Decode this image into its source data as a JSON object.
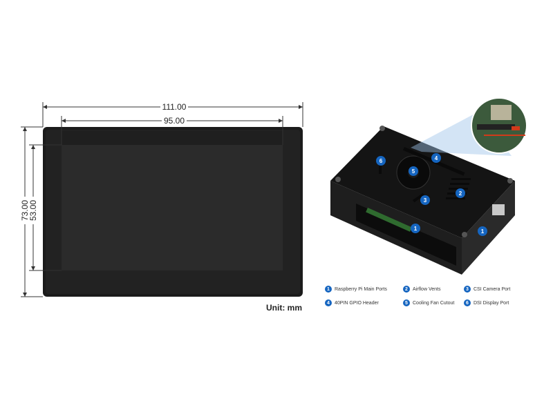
{
  "dimensions": {
    "outer_width": "111.00",
    "inner_width": "95.00",
    "outer_height": "73.00",
    "inner_height": "53.00"
  },
  "unit_label": "Unit: mm",
  "callout_numbers": [
    "1",
    "2",
    "3",
    "4",
    "5",
    "6"
  ],
  "legend": [
    {
      "num": "1",
      "label": "Raspberry Pi Main Ports"
    },
    {
      "num": "2",
      "label": "Airflow Vents"
    },
    {
      "num": "3",
      "label": "CSI Camera Port"
    },
    {
      "num": "4",
      "label": "40PIN GPIO Header"
    },
    {
      "num": "5",
      "label": "Cooling Fan Cutout"
    },
    {
      "num": "6",
      "label": "DSI Display Port"
    }
  ],
  "colors": {
    "badge": "#1565c0",
    "display_bezel": "#1a1a1a",
    "display_screen": "#2a2a2a",
    "dimension_line": "#333333"
  }
}
